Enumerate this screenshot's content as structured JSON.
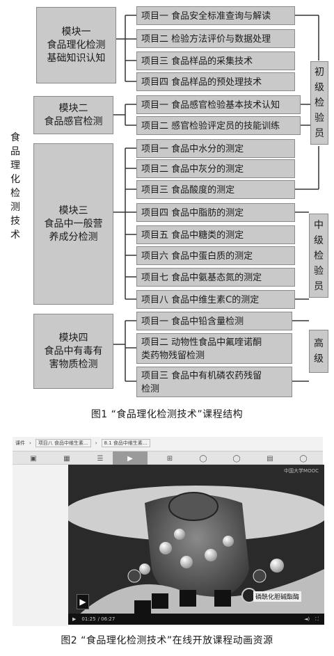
{
  "figure1": {
    "title_vertical": "食品理化检测技术",
    "modules": [
      {
        "label": "模块一\n食品理化检测\n基础知识认知"
      },
      {
        "label": "模块二\n食品感官检测"
      },
      {
        "label": "模块三\n食品中一般营\n养成分检测"
      },
      {
        "label": "模块四\n食品中有毒有\n害物质检测"
      }
    ],
    "items": [
      "项目一  食品安全标准查询与解读",
      "项目二  检验方法评价与数据处理",
      "项目三  食品样品的采集技术",
      "项目四  食品样品的预处理技术",
      "项目一  食品感官检验基本技术认知",
      "项目二  感官检验评定员的技能训练",
      "项目一  食品中水分的测定",
      "项目二  食品中灰分的测定",
      "项目三  食品酸度的测定",
      "项目四  食品中脂肪的测定",
      "项目五  食品中糖类的测定",
      "项目六  食品中蛋白质的测定",
      "项目七  食品中氨基态氮的测定",
      "项目八  食品中维生素C的测定",
      "项目一  食品中铅含量检测",
      "项目二  动物性食品中氟喹诺酮\n类药物残留检测",
      "项目三  食品中有机磷农药残留\n检测"
    ],
    "levels": [
      "初级检验员",
      "中级检验员",
      "高级"
    ],
    "caption": "图1  “食品理化检测技术”课程结构"
  },
  "figure2": {
    "breadcrumb": [
      "课件",
      "项目八 食品中维生素...",
      "8.1 食品中维生素..."
    ],
    "toolbar_icons": [
      "doc-icon",
      "doc-icon",
      "list-icon",
      "play-icon",
      "add-icon",
      "chat-icon",
      "chat-icon",
      "doc-icon",
      "chat-icon"
    ],
    "video_watermark": "中国大学MOOC",
    "video_label": "磷酰化胆碱酯酶",
    "time_current": "01:25",
    "time_total": "/ 06:27",
    "caption": "图2  “食品理化检测技术”在线开放课程动画资源"
  }
}
